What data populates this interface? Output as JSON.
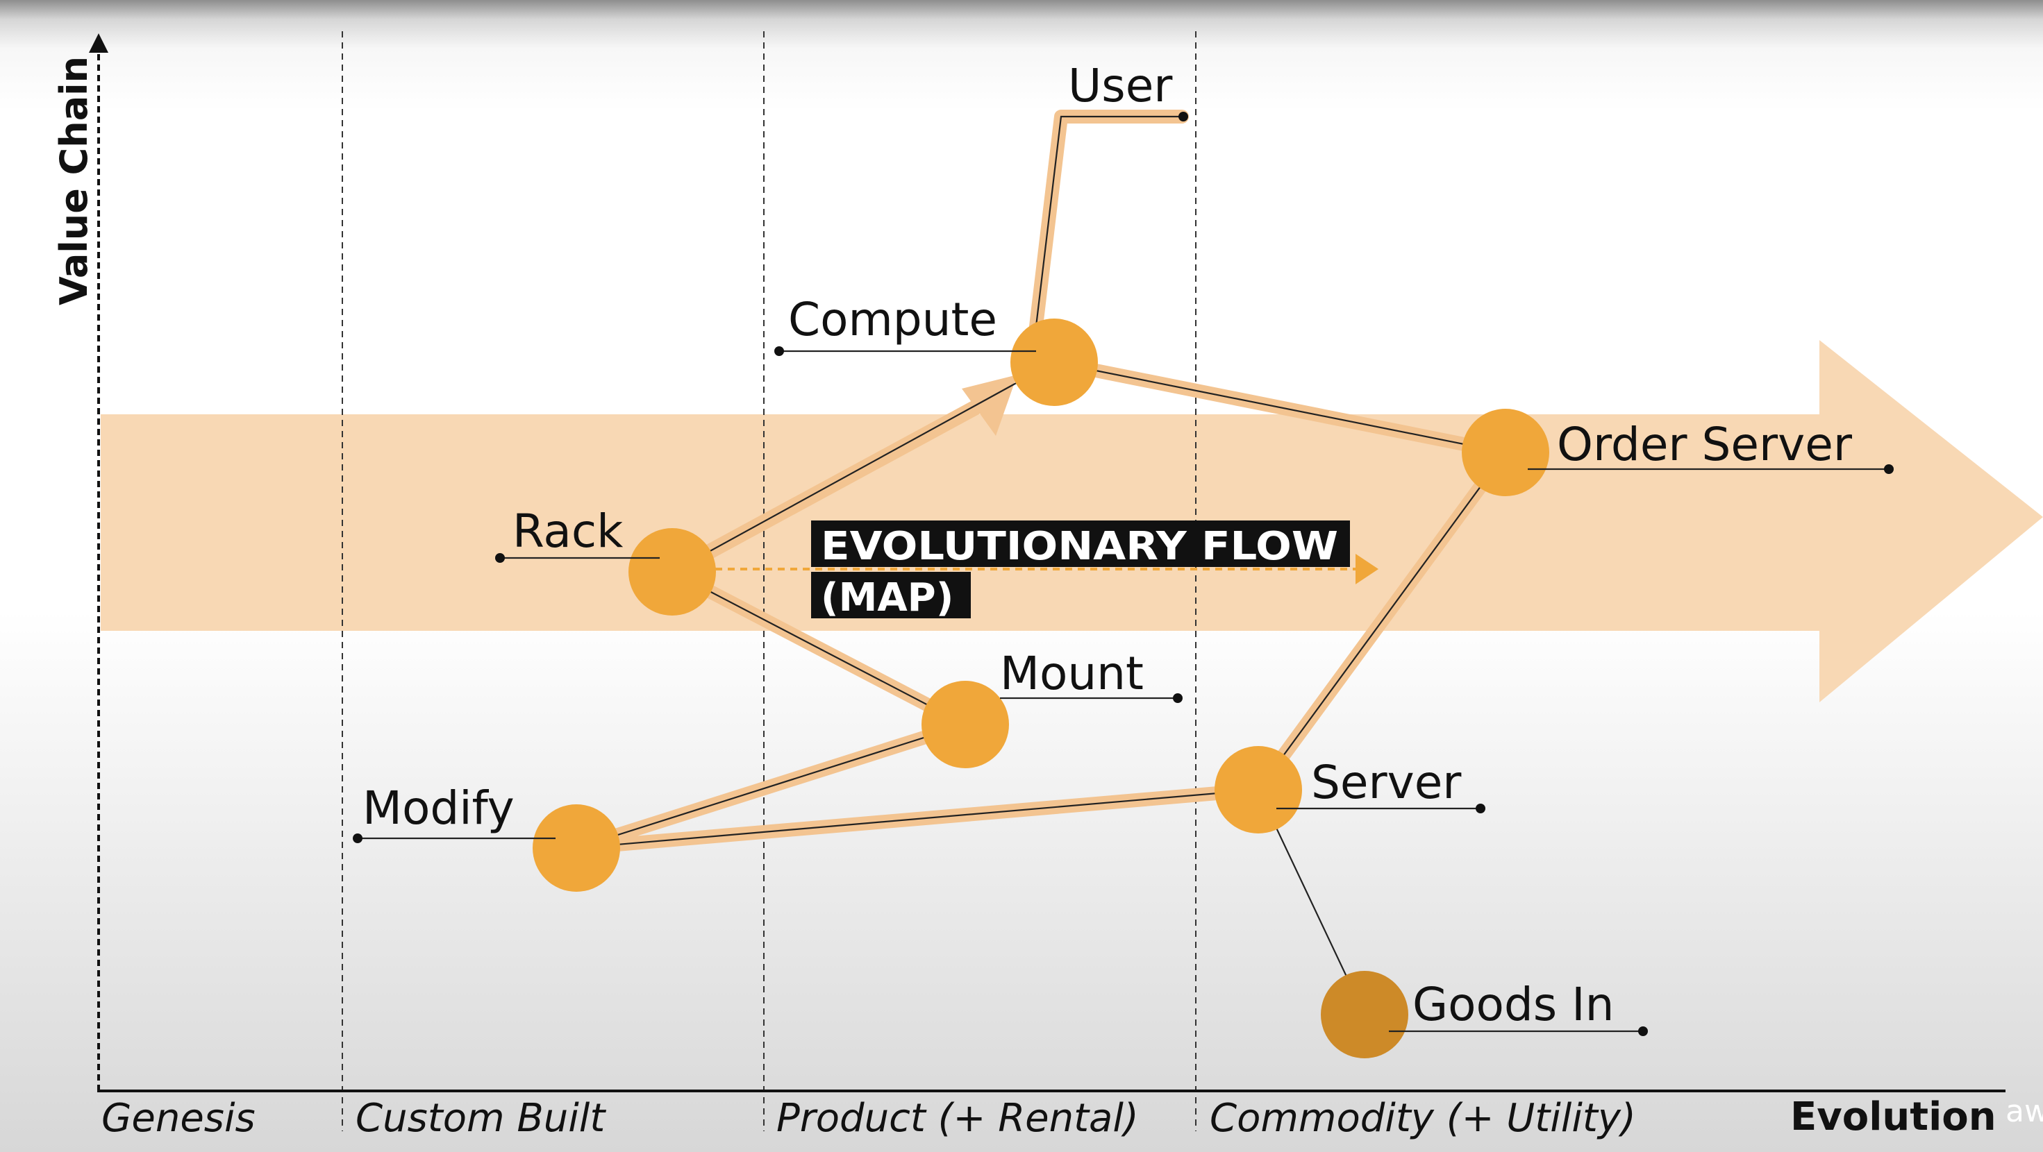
{
  "axes": {
    "y_label": "Value Chain",
    "x_label": "Evolution"
  },
  "stages": [
    "Genesis",
    "Custom Built",
    "Product (+ Rental)",
    "Commodity (+ Utility)"
  ],
  "flow_label": {
    "line1": "EVOLUTIONARY FLOW",
    "line2": "(MAP)"
  },
  "nodes": {
    "user": "User",
    "compute": "Compute",
    "order_server": "Order Server",
    "rack": "Rack",
    "mount": "Mount",
    "modify": "Modify",
    "server": "Server",
    "goods_in": "Goods In"
  },
  "watermark": "aws",
  "colors": {
    "node": "#f0a73a",
    "node_dark": "#cd8a28",
    "flow_band": "#f8d8b4",
    "link_halo": "#f3c491",
    "label_box": "#111111"
  }
}
